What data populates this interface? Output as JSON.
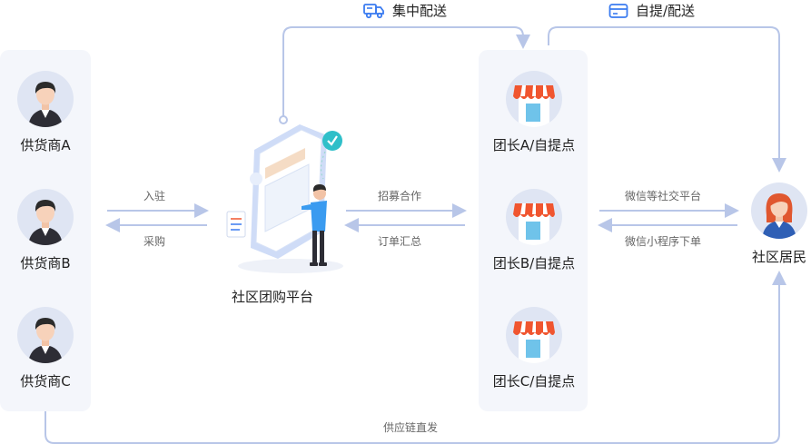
{
  "suppliers": [
    {
      "label": "供货商A"
    },
    {
      "label": "供货商B"
    },
    {
      "label": "供货商C"
    }
  ],
  "platform": {
    "label": "社区团购平台"
  },
  "stores": [
    {
      "label": "团长A/自提点"
    },
    {
      "label": "团长B/自提点"
    },
    {
      "label": "团长C/自提点"
    }
  ],
  "resident": {
    "label": "社区居民"
  },
  "flows": {
    "supplier_to_platform": "入驻",
    "platform_to_supplier": "采购",
    "platform_to_store": "招募合作",
    "store_to_platform": "订单汇总",
    "store_to_resident": "微信等社交平台",
    "resident_to_store": "微信小程序下单",
    "central_delivery": "集中配送",
    "pickup_delivery": "自提/配送",
    "supply_chain_direct": "供应链直发"
  },
  "colors": {
    "line": "#b8c6e8",
    "panel": "#f4f6fb",
    "accent": "#3a7bf0",
    "awning_red": "#f0552f"
  },
  "icons": {
    "central_delivery": "truck-icon",
    "pickup_delivery": "card-icon",
    "supplier": "male-avatar-icon",
    "store": "storefront-icon",
    "resident": "female-avatar-icon",
    "platform": "phone-illustration-icon"
  }
}
